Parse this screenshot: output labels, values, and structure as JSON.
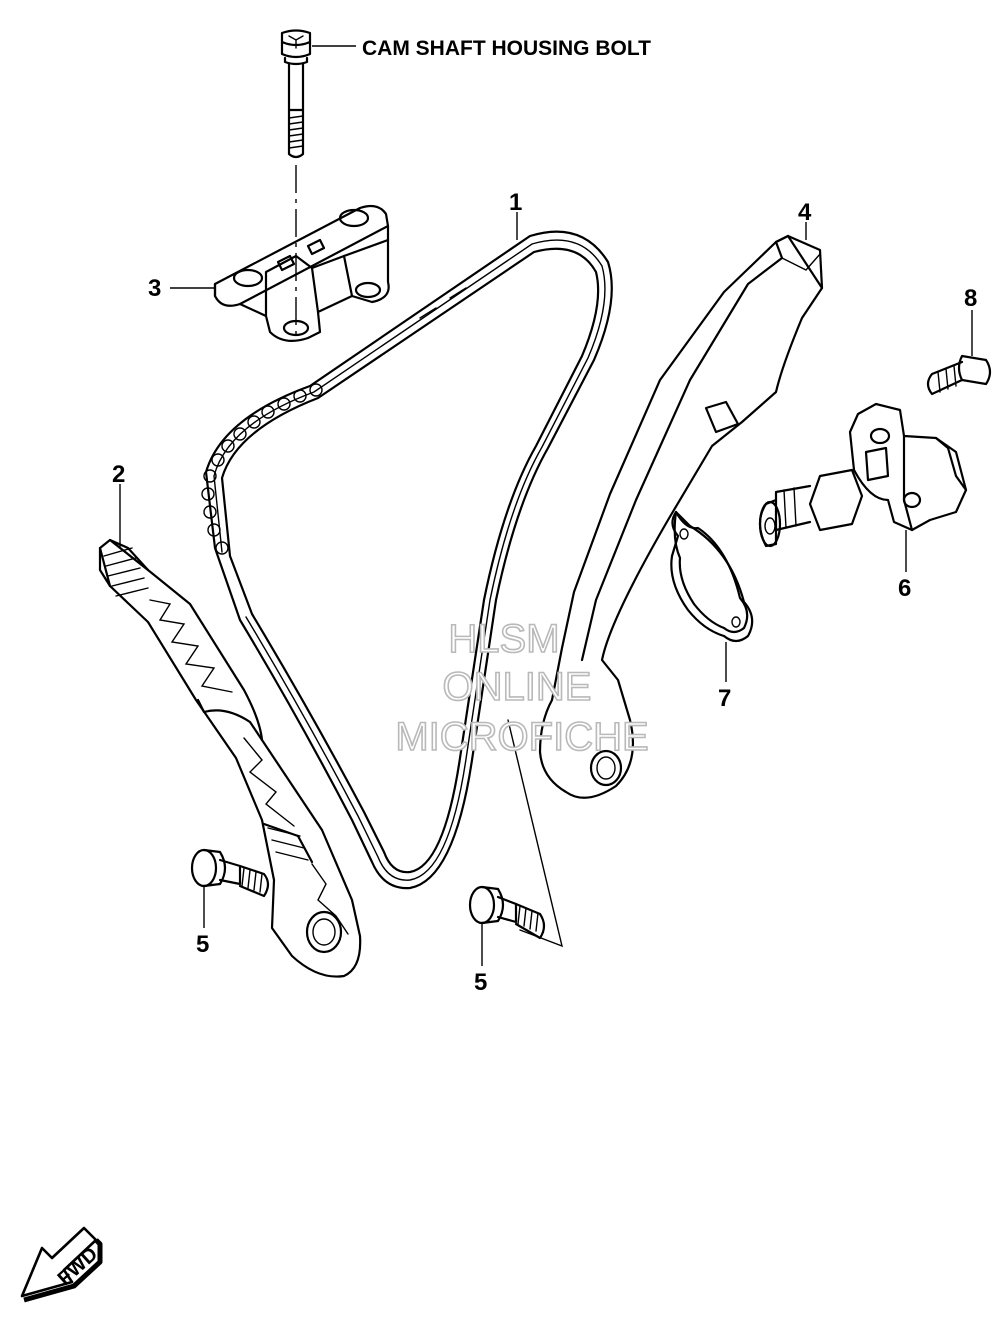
{
  "callouts": {
    "housing_bolt": "CAM SHAFT HOUSING BOLT",
    "p1": "1",
    "p2": "2",
    "p3": "3",
    "p4": "4",
    "p5a": "5",
    "p5b": "5",
    "p6": "6",
    "p7": "7",
    "p8": "8"
  },
  "watermark": {
    "line1": "HLSM",
    "line2": "ONLINE",
    "line3": "MICROFICHE"
  },
  "fwd": {
    "label": "FWD"
  },
  "colors": {
    "line": "#000000",
    "background": "#ffffff",
    "watermark_outline": "#b9b9b9"
  }
}
